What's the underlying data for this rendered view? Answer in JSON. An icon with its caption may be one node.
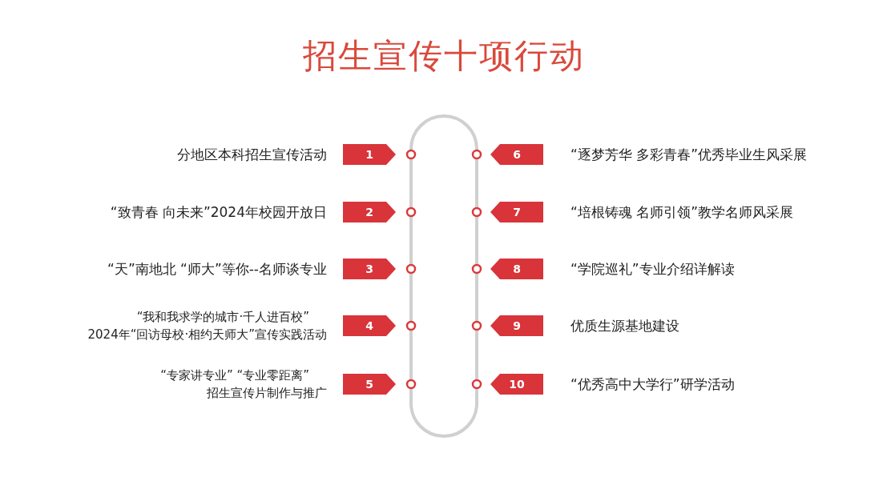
{
  "diagram": {
    "title": "招生宣传十项行动",
    "nodes": [
      {
        "text": [
          "1"
        ],
        "beside": [
          "分地区本科招生宣传活动"
        ]
      },
      {
        "text": [
          "2"
        ],
        "beside": [
          "“致青春 向未来”2024年校园开放日"
        ]
      },
      {
        "text": [
          "3"
        ],
        "beside": [
          "“天”南地北 “师大”等你--名师谈专业"
        ]
      },
      {
        "text": [
          "4"
        ],
        "beside": [
          "“我和我求学的城市·千人进百校”",
          "2024年“回访母校·相约天师大”宣传实践活动"
        ]
      },
      {
        "text": [
          "5"
        ],
        "beside": [
          "“专家讲专业” “专业零距离”",
          "招生宣传片制作与推广"
        ]
      },
      {
        "text": [
          "6"
        ],
        "beside": [
          "“逐梦芳华 多彩青春”优秀毕业生风采展"
        ]
      },
      {
        "text": [
          "7"
        ],
        "beside": [
          "“培根铸魂 名师引领”教学名师风采展"
        ]
      },
      {
        "text": [
          "8"
        ],
        "beside": [
          "“学院巡礼”专业介绍详解读"
        ]
      },
      {
        "text": [
          "9"
        ],
        "beside": [
          "优质生源基地建设"
        ]
      },
      {
        "text": [
          "10"
        ],
        "beside": [
          "“优秀高中大学行”研学活动"
        ]
      }
    ]
  }
}
